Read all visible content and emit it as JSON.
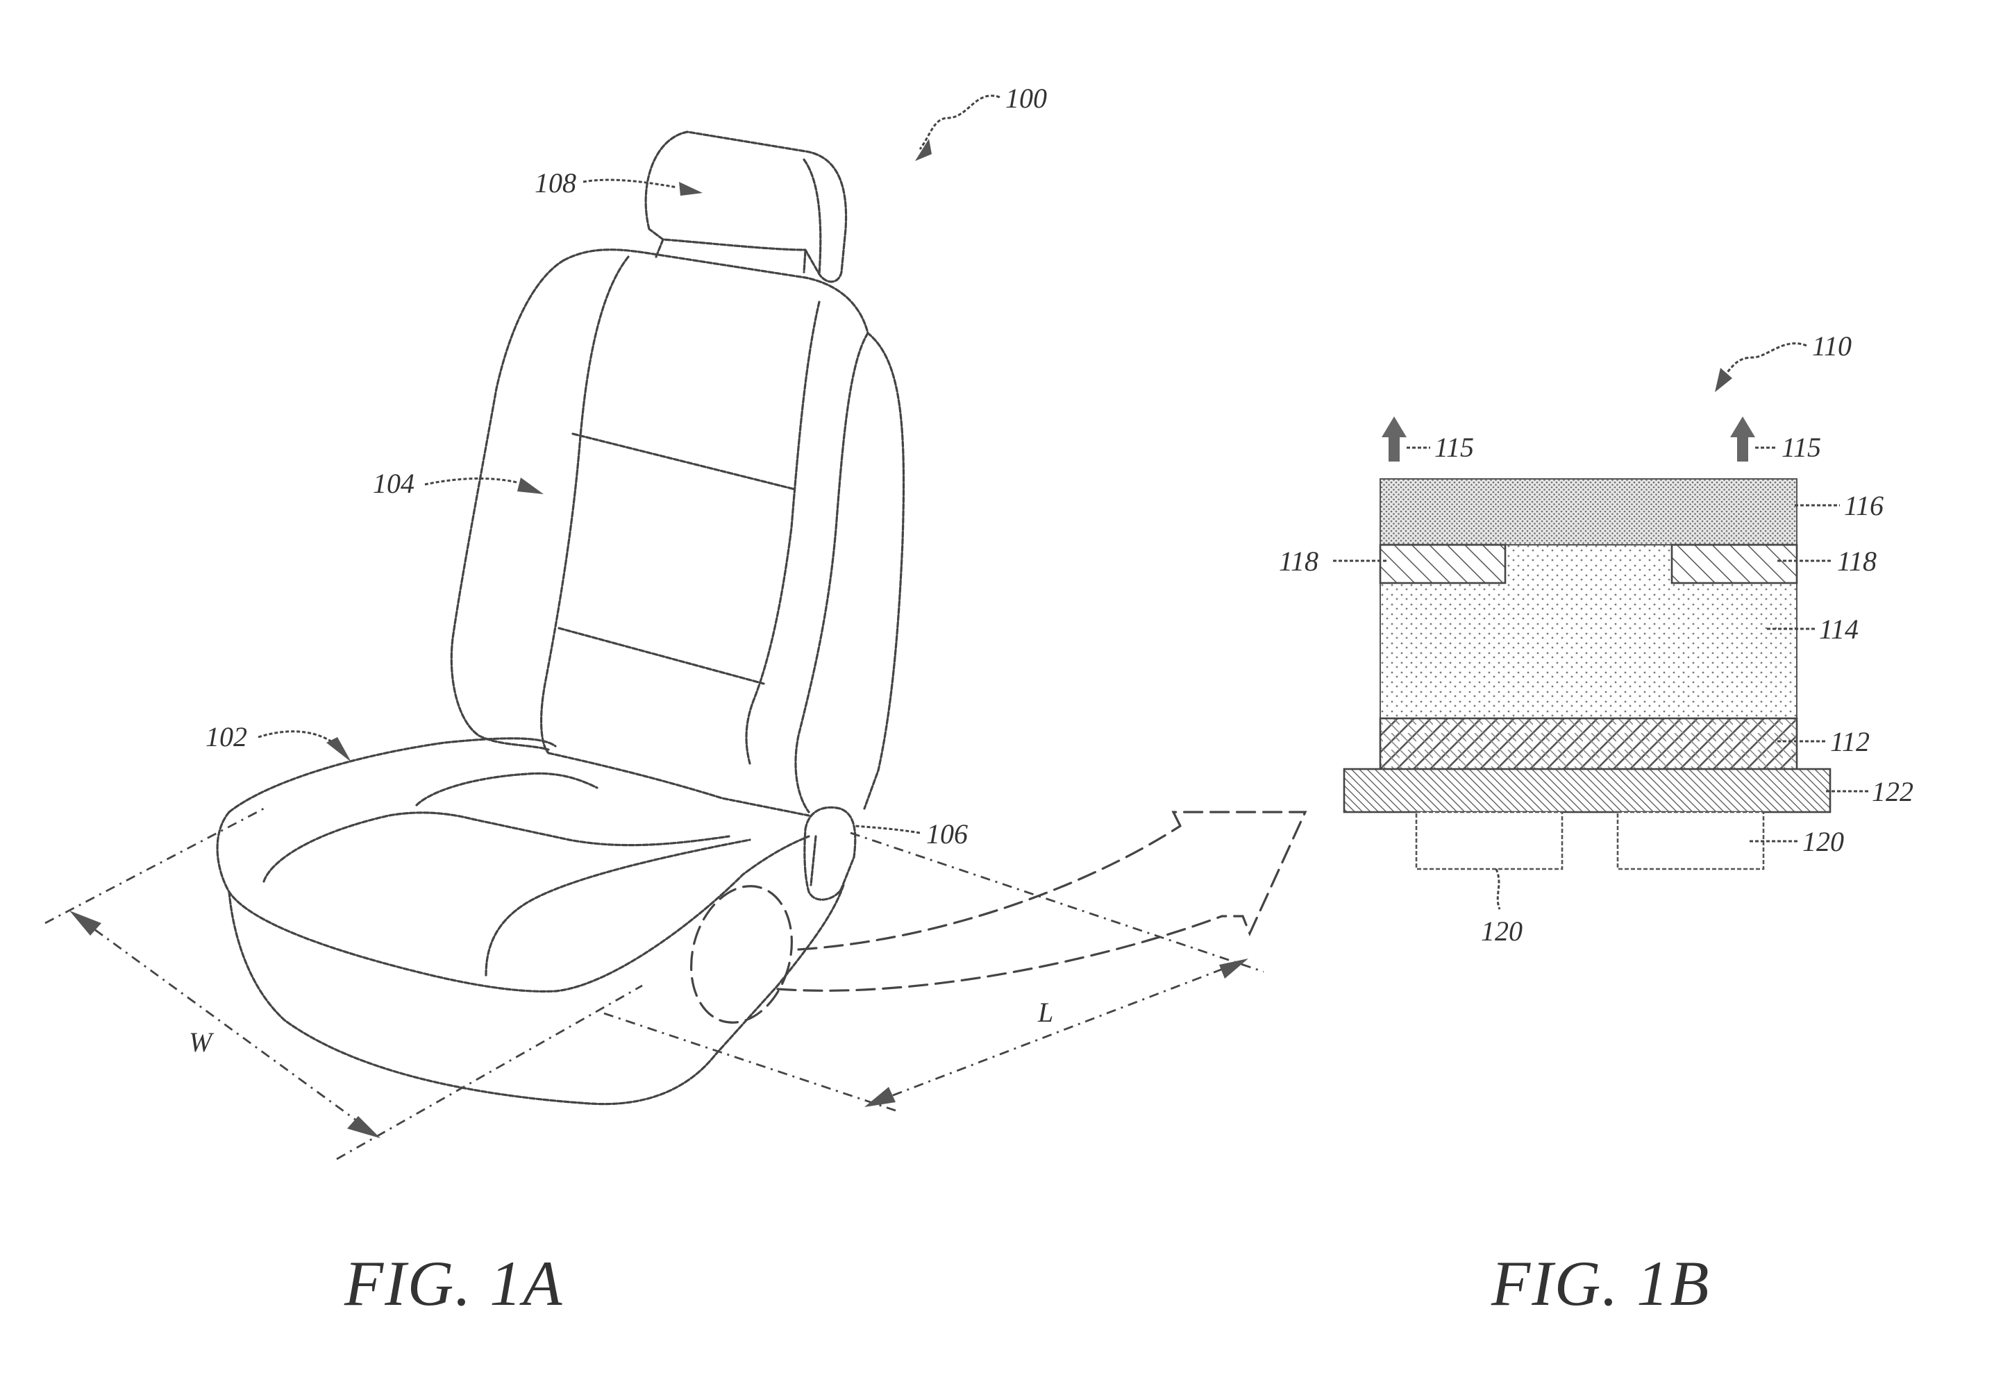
{
  "figures": {
    "fig_1a": {
      "caption": "FIG. 1A",
      "labels": {
        "seat_assembly": "100",
        "seat_cushion": "102",
        "seat_back": "104",
        "recliner": "106",
        "headrest": "108",
        "width": "W",
        "length": "L"
      }
    },
    "fig_1b": {
      "caption": "FIG. 1B",
      "labels": {
        "assembly": "110",
        "heat_flow_left": "115",
        "heat_flow_right": "115",
        "top_layer": "116",
        "electrode_left": "118",
        "electrode_right": "118",
        "middle_layer": "114",
        "bottom_layer": "112",
        "substrate": "122",
        "support_right": "120",
        "support_left": "120"
      }
    }
  }
}
